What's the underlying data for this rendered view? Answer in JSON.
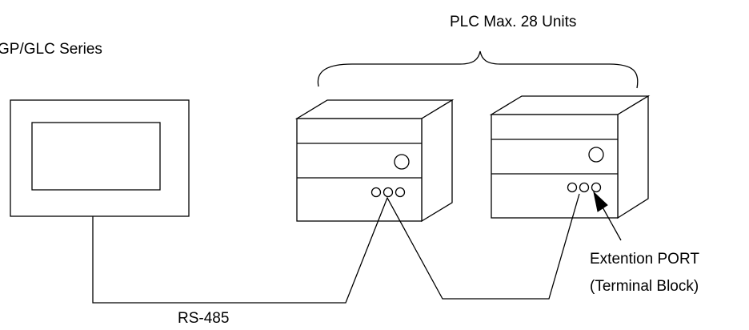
{
  "labels": {
    "gp_series": "GP/GLC Series",
    "plc_max": "PLC Max. 28 Units",
    "rs485": "RS-485",
    "port_line1": "Extention PORT",
    "port_line2": "(Terminal Block)"
  },
  "colors": {
    "ink": "#000000",
    "background": "#ffffff"
  },
  "icons": {
    "display_unit": "gp-display-icon",
    "plc_unit": "plc-box-icon",
    "pointer": "arrow-icon"
  }
}
